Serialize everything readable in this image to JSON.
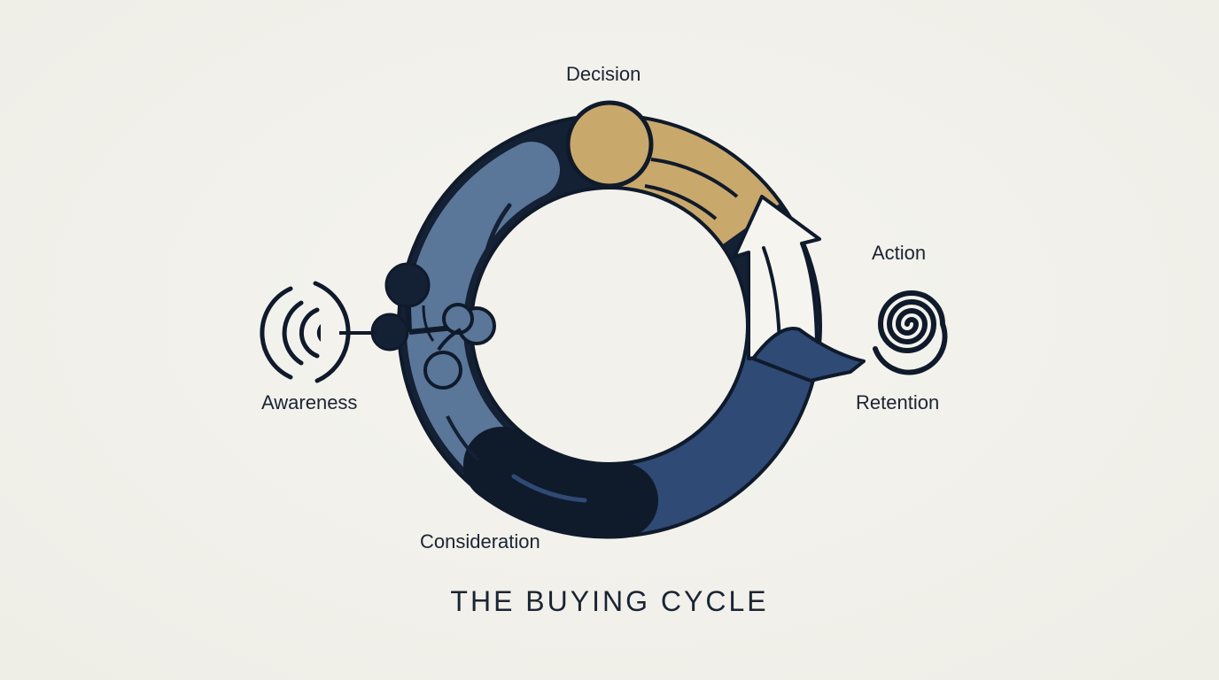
{
  "title": "THE BUYING CYCLE",
  "stages": {
    "decision": "Decision",
    "action": "Action",
    "awareness": "Awareness",
    "retention": "Retention",
    "consideration": "Consideration"
  },
  "colors": {
    "background": "#f2f1eb",
    "navy_dark": "#142034",
    "navy_mid": "#2f4a75",
    "slate_blue": "#5a7698",
    "gold": "#c9a86b",
    "outline": "#0f1a2b",
    "text": "#1b2433"
  },
  "icons": {
    "awareness": "broadcast-signal-icon",
    "connector": "molecule-nodes-icon",
    "decision": "circle-node-icon",
    "action": "upward-arrow-icon",
    "retention": "spiral-icon"
  }
}
